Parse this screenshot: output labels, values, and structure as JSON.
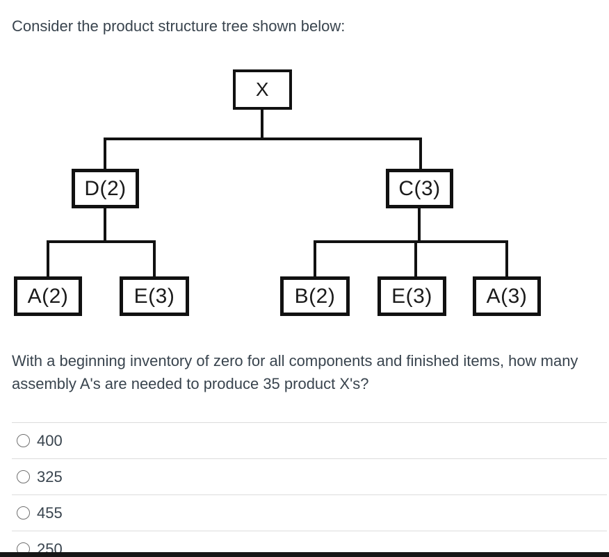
{
  "intro": {
    "text": "Consider the product structure tree shown below:"
  },
  "tree": {
    "description": "product structure tree",
    "nodes": {
      "root": "X",
      "left_parent": "D(2)",
      "right_parent": "C(3)",
      "left_child_1": "A(2)",
      "left_child_2": "E(3)",
      "right_child_1": "B(2)",
      "right_child_2": "E(3)",
      "right_child_3": "A(3)"
    },
    "edges": [
      [
        "X",
        "D(2)"
      ],
      [
        "X",
        "C(3)"
      ],
      [
        "D(2)",
        "A(2)"
      ],
      [
        "D(2)",
        "E(3)"
      ],
      [
        "C(3)",
        "B(2)"
      ],
      [
        "C(3)",
        "E(3)"
      ],
      [
        "C(3)",
        "A(3)"
      ]
    ]
  },
  "question": {
    "text": "With a beginning inventory of zero for all components and finished items, how many assembly A's are needed to produce 35 product X's?"
  },
  "options": [
    {
      "label": "400",
      "selected": false
    },
    {
      "label": "325",
      "selected": false
    },
    {
      "label": "455",
      "selected": false
    },
    {
      "label": "250",
      "selected": false
    }
  ],
  "colors": {
    "text": "#39444e",
    "tree_line": "#111111",
    "divider": "#dcdcdc",
    "radio_border": "#6f6f6f",
    "bottom_bar": "#161616"
  }
}
